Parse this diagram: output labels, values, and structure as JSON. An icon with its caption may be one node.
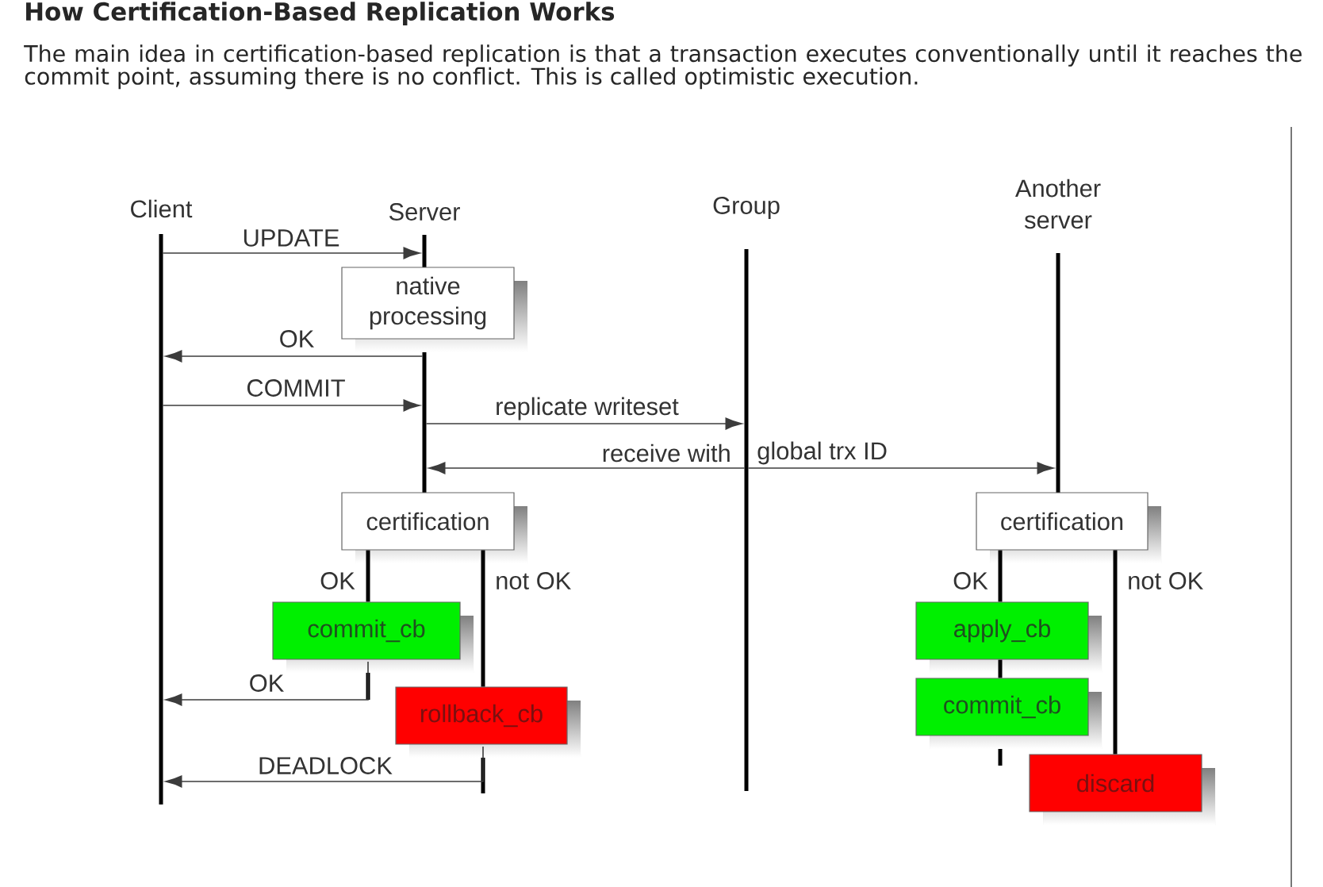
{
  "diagram": {
    "title": "How Certification-Based Replication Works",
    "caption": "The main idea in certification-based replication is that a transaction executes conventionally until it reaches the commit point, assuming there is no conflict. This is called optimistic execution.",
    "nodes": [
      {
        "text": [],
        "shape": "bar",
        "beside": [
          "Client"
        ]
      },
      {
        "text": [],
        "shape": "bar",
        "beside": [
          "Server"
        ]
      },
      {
        "text": [],
        "shape": "bar",
        "beside": [
          "Group"
        ]
      },
      {
        "text": [],
        "shape": "bar",
        "beside": [
          "Another server"
        ]
      },
      {
        "text": [
          "native processing"
        ]
      },
      {
        "text": [
          "certification"
        ]
      },
      {
        "text": [
          "commit_cb"
        ]
      },
      {
        "text": [
          "rollback_cb"
        ]
      },
      {
        "text": [
          "certification"
        ]
      },
      {
        "text": [
          "apply_cb"
        ]
      },
      {
        "text": [
          "commit_cb"
        ]
      },
      {
        "text": [
          "discard"
        ]
      }
    ],
    "edges": [
      {
        "from": 0,
        "to": 1,
        "arrow": "to",
        "label": "UPDATE"
      },
      {
        "from": 1,
        "to": 0,
        "arrow": "to",
        "label": "OK"
      },
      {
        "from": 0,
        "to": 1,
        "arrow": "to",
        "label": "COMMIT"
      },
      {
        "from": 1,
        "to": 2,
        "arrow": "to",
        "label": "replicate writeset"
      },
      {
        "from": 2,
        "to": 1,
        "arrow": "to",
        "label": "receive with"
      },
      {
        "from": 2,
        "to": 3,
        "arrow": "to",
        "label": "global trx ID"
      },
      {
        "from": 5,
        "to": 6,
        "arrow": "none",
        "style": "thick",
        "color": "#000000",
        "label": "OK"
      },
      {
        "from": 5,
        "to": 7,
        "arrow": "none",
        "style": "thick",
        "color": "#000000",
        "label": "not OK"
      },
      {
        "from": 6,
        "to": 0,
        "arrow": "to",
        "label": "OK"
      },
      {
        "from": 7,
        "to": 0,
        "arrow": "to",
        "label": "DEADLOCK"
      },
      {
        "from": 8,
        "to": 9,
        "arrow": "none",
        "style": "thick",
        "color": "#000000",
        "label": "OK"
      },
      {
        "from": 9,
        "to": 10,
        "arrow": "none",
        "style": "thick",
        "color": "#000000"
      },
      {
        "from": 8,
        "to": 11,
        "arrow": "none",
        "style": "thick",
        "color": "#000000",
        "label": "not OK"
      }
    ]
  }
}
